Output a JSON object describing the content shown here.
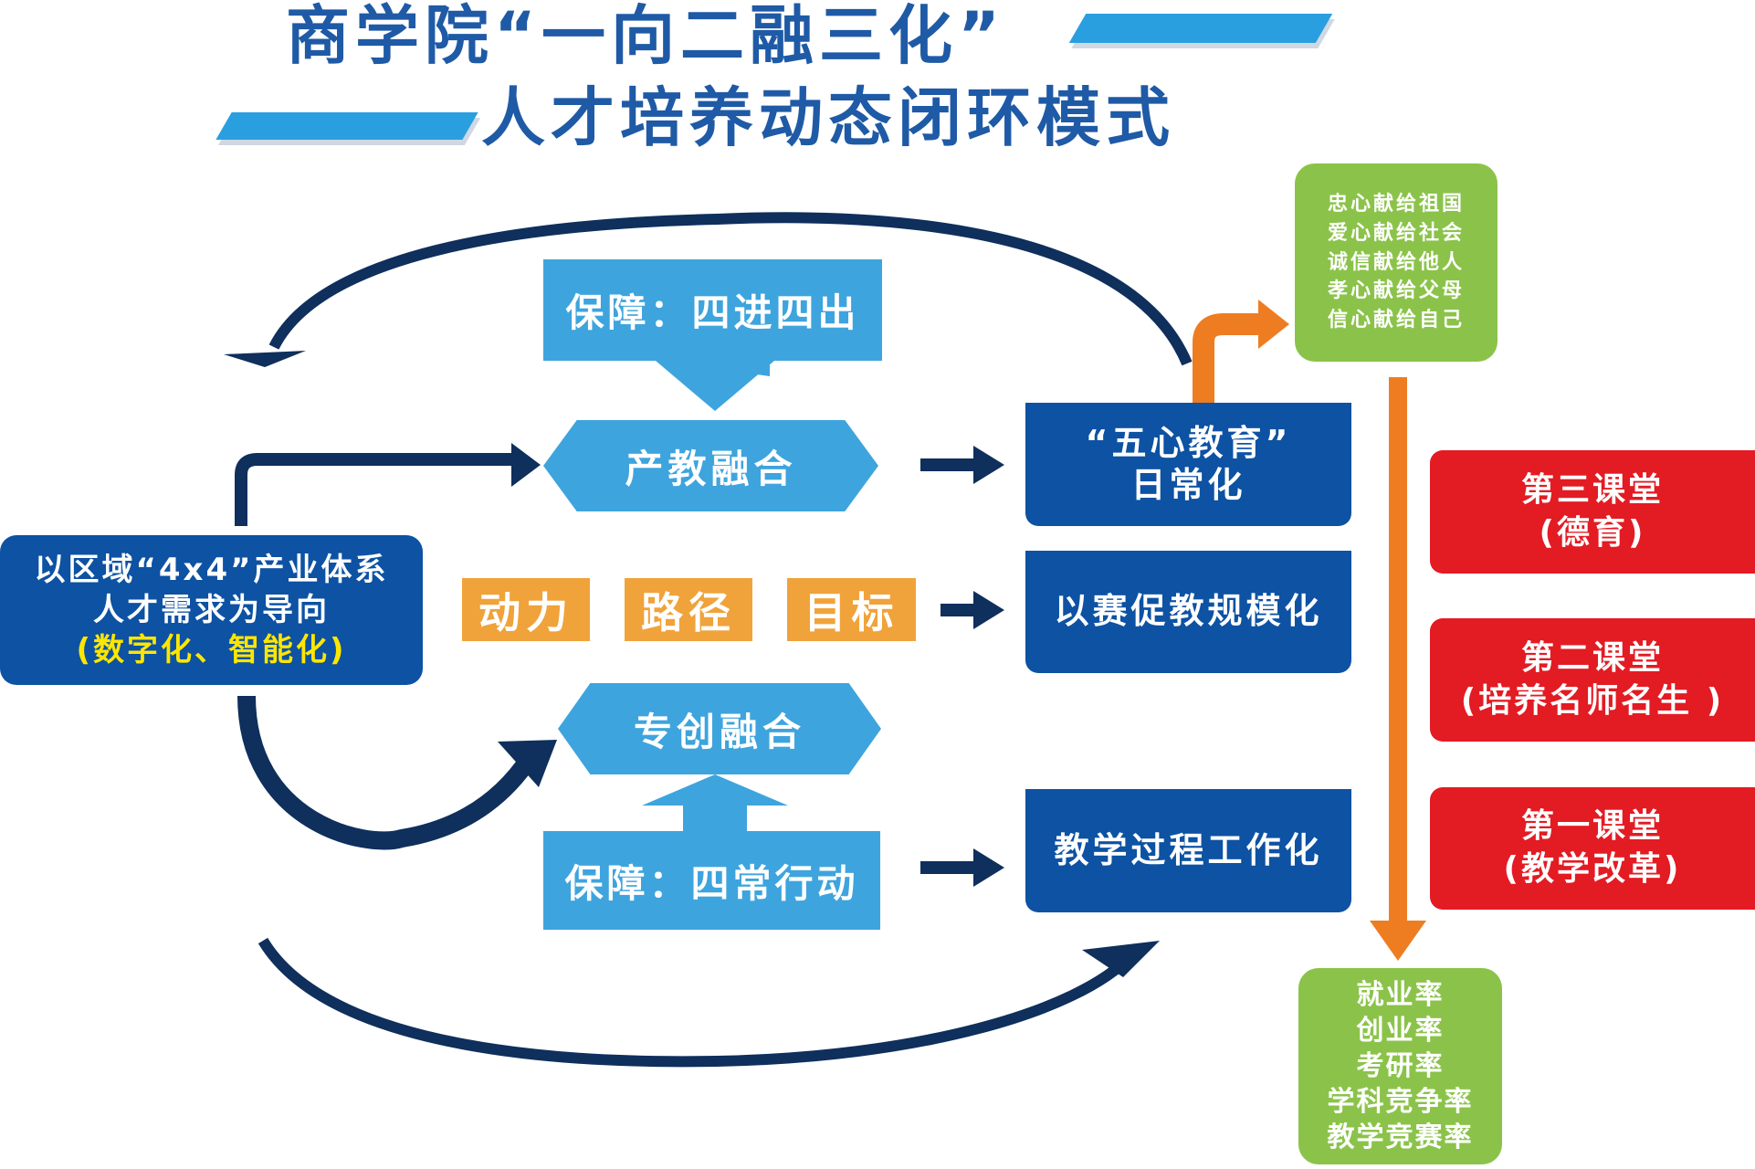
{
  "title": {
    "line1": "商学院“一向二融三化”",
    "line2": "人才培养动态闭环模式"
  },
  "left_box": {
    "line1": "以区域“4x4”产业体系",
    "line2": "人才需求为导向",
    "line3": "(数字化、智能化)"
  },
  "guarantee_top": "保障：四进四出",
  "guarantee_bottom": "保障：四常行动",
  "fusion_top": "产教融合",
  "fusion_bottom": "专创融合",
  "middle_tags": [
    "动力",
    "路径",
    "目标"
  ],
  "right_blue": {
    "five_heart": {
      "line1": "“五心教育”",
      "line2": "日常化"
    },
    "competition": "以赛促教规模化",
    "teaching": "教学过程工作化"
  },
  "green_top": [
    "忠心献给祖国",
    "爱心献给社会",
    "诚信献给他人",
    "孝心献给父母",
    "信心献给自己"
  ],
  "green_bottom": [
    "就业率",
    "创业率",
    "考研率",
    "学科竞争率",
    "教学竞赛率"
  ],
  "classrooms": [
    {
      "line1": "第三课堂",
      "line2": "(德育)"
    },
    {
      "line1": "第二课堂",
      "line2": "(培养名师名生 )"
    },
    {
      "line1": "第一课堂",
      "line2": "(教学改革)"
    }
  ],
  "colors": {
    "dark_blue": "#0d52a3",
    "light_blue": "#3ea4de",
    "orange": "#f0a33a",
    "green": "#8bc34a",
    "red": "#e31b23",
    "navy_arrow": "#0f2f5c",
    "orange_arrow": "#ee7d22"
  }
}
